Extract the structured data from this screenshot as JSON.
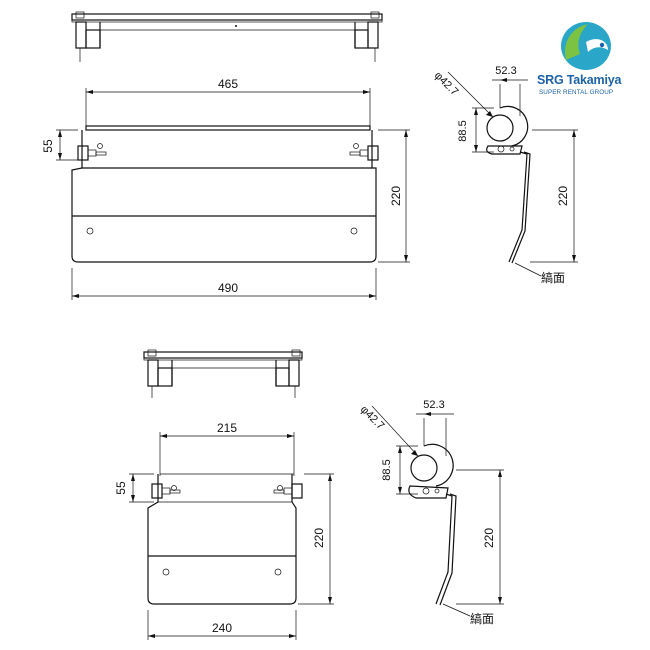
{
  "logo": {
    "brand": "SRG Takamiya",
    "tagline": "SUPER RENTAL GROUP",
    "colors": {
      "primary": "#1c62a8",
      "accent": "#2aa6c9",
      "green": "#7cc243"
    }
  },
  "drawing_large": {
    "width_top": "465",
    "width_bottom": "490",
    "height_left": "55",
    "height_right": "220"
  },
  "drawing_small": {
    "width_top": "215",
    "width_bottom": "240",
    "height_left": "55",
    "height_right": "220"
  },
  "side_view_large": {
    "diameter": "φ42.7",
    "dim_top": "52.3",
    "dim_left": "88.5",
    "dim_right": "220",
    "note": "縞面"
  },
  "side_view_small": {
    "diameter": "φ42.7",
    "dim_top": "52.3",
    "dim_left": "88.5",
    "dim_right": "220",
    "note": "縞面"
  }
}
